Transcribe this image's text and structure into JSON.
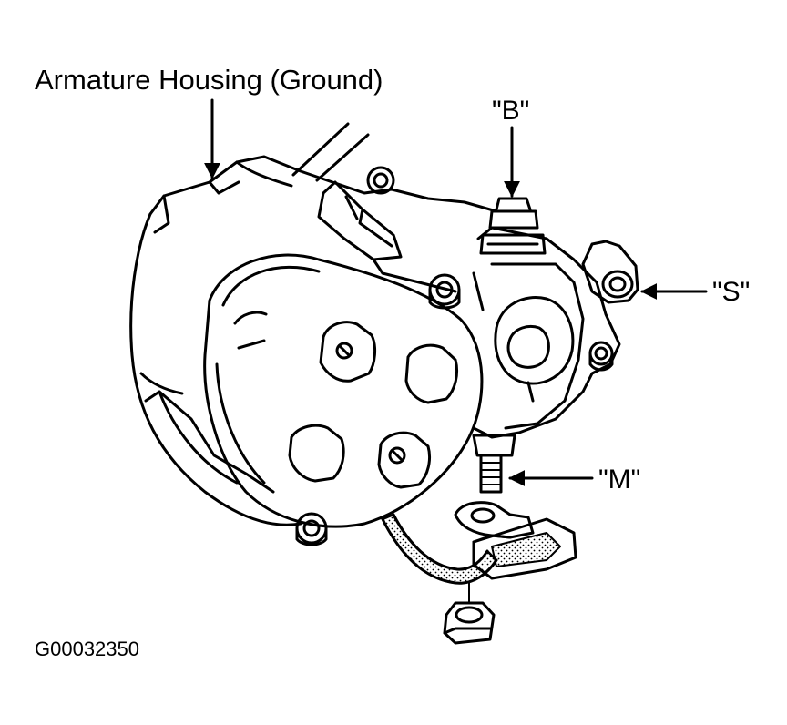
{
  "labels": {
    "armature_housing": "Armature Housing (Ground)",
    "b_terminal": "\"B\"",
    "s_terminal": "\"S\"",
    "m_terminal": "\"M\"",
    "figure_id": "G00032350"
  },
  "colors": {
    "line": "#000000",
    "background": "#ffffff"
  }
}
